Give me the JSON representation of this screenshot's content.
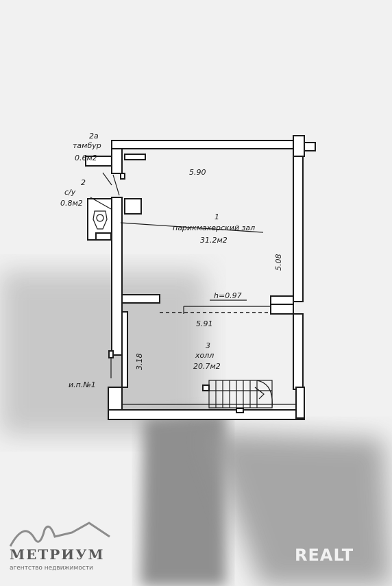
{
  "rooms": {
    "room2a": {
      "number": "2a",
      "name": "тамбур",
      "area": "0.6м2"
    },
    "room2": {
      "number": "2",
      "name": "с/у",
      "area": "0.8м2"
    },
    "room1": {
      "number": "1",
      "name": "парикмахерский зал",
      "area": "31.2м2"
    },
    "room3": {
      "number": "3",
      "name": "холл",
      "area": "20.7м2"
    }
  },
  "dimensions": {
    "top_width": "5.90",
    "right_height": "5.08",
    "mid_width": "5.91",
    "left_height": "3.18",
    "step_height": "h=0.97"
  },
  "marker": {
    "label": "и.п.№1"
  },
  "watermarks": {
    "left_name": "МЕТРИУМ",
    "left_tagline": "агентство недвижимости",
    "right_name": "REALT"
  },
  "colors": {
    "background": "#f1f1f1",
    "shadow": "#a9a9a9",
    "ink": "#1b1b1b"
  }
}
